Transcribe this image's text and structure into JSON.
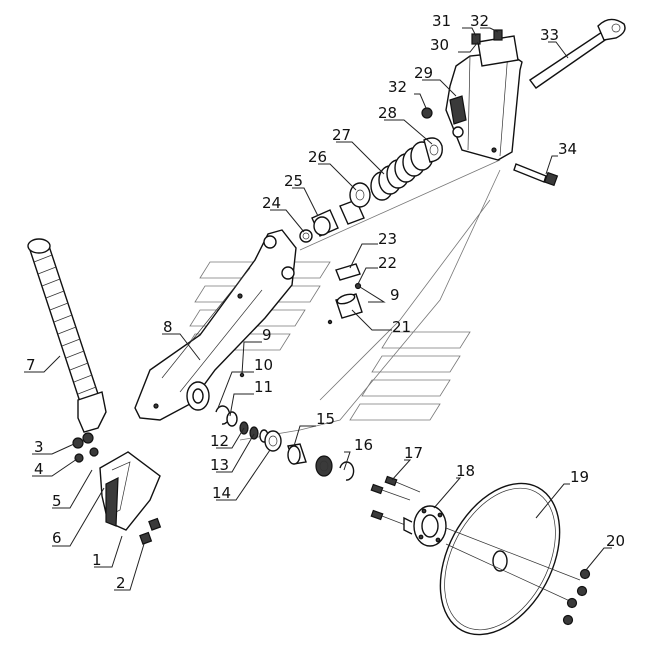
{
  "diagram": {
    "callouts": [
      "1",
      "2",
      "3",
      "4",
      "5",
      "6",
      "7",
      "8",
      "9",
      "9",
      "10",
      "11",
      "12",
      "13",
      "14",
      "15",
      "16",
      "17",
      "18",
      "19",
      "20",
      "21",
      "22",
      "23",
      "24",
      "25",
      "26",
      "27",
      "28",
      "29",
      "30",
      "31",
      "32",
      "32",
      "33",
      "34"
    ]
  }
}
